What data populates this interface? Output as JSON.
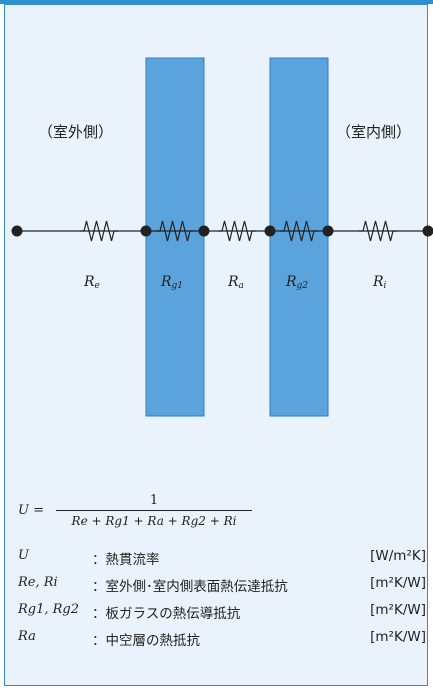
{
  "diagram": {
    "outside_label": "（室外側）",
    "inside_label": "（室内側）",
    "resistors": [
      {
        "main": "R",
        "sub": "e"
      },
      {
        "main": "R",
        "sub": "g1"
      },
      {
        "main": "R",
        "sub": "a"
      },
      {
        "main": "R",
        "sub": "g2"
      },
      {
        "main": "R",
        "sub": "i"
      }
    ],
    "colors": {
      "glass": "#5ba3dc",
      "glass_border": "#2e7fbf",
      "panel_bg": "#eaf3fb",
      "line": "#222222"
    }
  },
  "equation": {
    "lhs": "U =",
    "numerator": "1",
    "denominator": "Re + Rg1 + Ra + Rg2 + Ri"
  },
  "definitions": [
    {
      "symbol": "U",
      "description": "：熱貫流率",
      "unit": "[W/m²K]"
    },
    {
      "symbol": "Re, Ri",
      "description": "：室外側･室内側表面熱伝達抵抗",
      "unit": "[m²K/W]"
    },
    {
      "symbol": "Rg1, Rg2",
      "description": "：板ガラスの熱伝導抵抗",
      "unit": "[m²K/W]"
    },
    {
      "symbol": "Ra",
      "description": "：中空層の熱抵抗",
      "unit": "[m²K/W]"
    }
  ]
}
